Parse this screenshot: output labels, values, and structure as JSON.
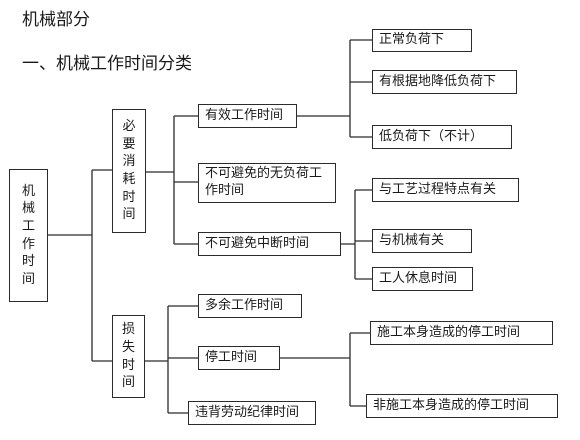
{
  "header": {
    "title": "机械部分",
    "subtitle": "一、机械工作时间分类"
  },
  "diagram": {
    "root": "机械工作时间",
    "necessary": {
      "label": "必要消耗时间",
      "effective": {
        "label": "有效工作时间",
        "children": [
          "正常负荷下",
          "有根据地降低负荷下",
          "低负荷下（不计）"
        ]
      },
      "unavoidable_no_load": "不可避免的无负荷工作时间",
      "unavoidable_interrupt": {
        "label": "不可避免中断时间",
        "children": [
          "与工艺过程特点有关",
          "与机械有关",
          "工人休息时间"
        ]
      }
    },
    "loss": {
      "label": "损失时间",
      "excess": "多余工作时间",
      "stoppage": {
        "label": "停工时间",
        "children": [
          "施工本身造成的停工时间",
          "非施工本身造成的停工时间"
        ]
      },
      "violation": "违背劳动纪律时间"
    }
  }
}
